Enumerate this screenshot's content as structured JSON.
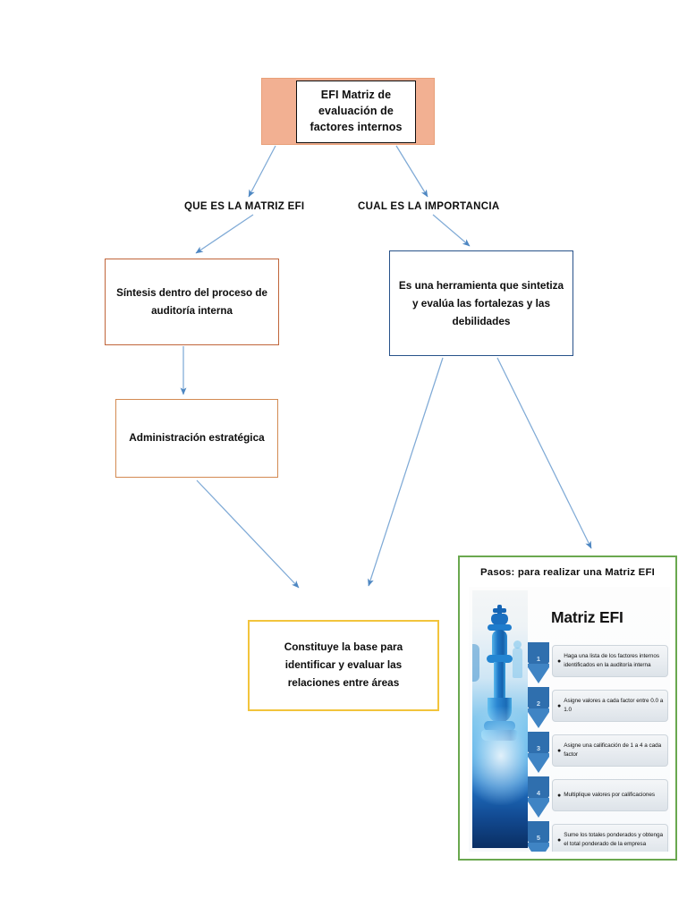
{
  "root": {
    "title": "EFI Matriz de evaluación de factores internos",
    "fill_color": "#F2B092",
    "inner_border_color": "#0D0D0D"
  },
  "branches": {
    "left_label": "QUE ES LA MATRIZ EFI",
    "right_label": "CUAL ES LA IMPORTANCIA"
  },
  "nodes": {
    "sintesis": {
      "text": "Síntesis dentro del proceso de auditoría interna",
      "border_color": "#C0653A"
    },
    "herramienta": {
      "text": "Es una herramienta que sintetiza y evalúa las fortalezas y las debilidades",
      "border_color": "#27528A"
    },
    "administracion": {
      "text": "Administración estratégica",
      "border_color": "#D38A52"
    },
    "constituye": {
      "text": "Constituye la base para identificar y evaluar las relaciones entre áreas",
      "border_color": "#F2C43C"
    }
  },
  "panel": {
    "title": "Pasos: para realizar una Matriz EFI",
    "border_color": "#6AA84F",
    "infographic": {
      "heading": "Matriz EFI",
      "image_alt": "blue-chess-king-photo",
      "steps": [
        {
          "number": "1",
          "text": "Haga una lista de los factores internos identificados en la auditoría interna"
        },
        {
          "number": "2",
          "text": "Asigne valores a cada factor entre 0.0 a 1.0"
        },
        {
          "number": "3",
          "text": "Asigne una calificación de 1 a 4 a cada factor"
        },
        {
          "number": "4",
          "text": "Multiplique valores por calificaciones"
        },
        {
          "number": "5",
          "text": "Sume los totales ponderados y obtenga el total ponderado de la empresa"
        }
      ]
    }
  },
  "connectors": {
    "color": "#6D9DD1",
    "items": [
      {
        "id": "root-to-left-label"
      },
      {
        "id": "root-to-right-label"
      },
      {
        "id": "left-label-to-sintesis"
      },
      {
        "id": "right-label-to-herramienta"
      },
      {
        "id": "sintesis-to-administracion"
      },
      {
        "id": "administracion-to-constituye"
      },
      {
        "id": "herramienta-to-constituye"
      },
      {
        "id": "herramienta-to-panel"
      }
    ]
  }
}
